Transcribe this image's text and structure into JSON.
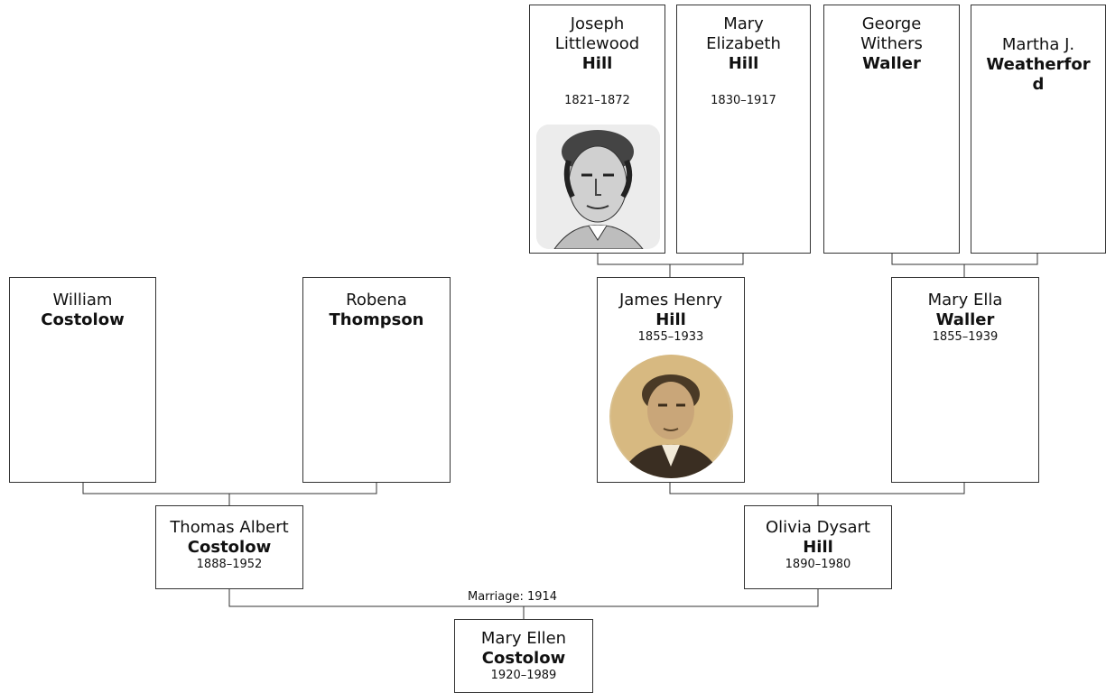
{
  "people": {
    "joseph": {
      "given": "Joseph\nLittlewood",
      "surname": "Hill",
      "dates": "1821–1872"
    },
    "mary_elizabeth": {
      "given": "Mary\nElizabeth",
      "surname": "Hill",
      "dates": "1830–1917"
    },
    "george": {
      "given": "George\nWithers",
      "surname": "Waller",
      "dates": ""
    },
    "martha": {
      "given": "Martha J.",
      "surname": "Weatherfor\nd",
      "dates": ""
    },
    "william": {
      "given": "William",
      "surname": "Costolow",
      "dates": ""
    },
    "robena": {
      "given": "Robena",
      "surname": "Thompson",
      "dates": ""
    },
    "james": {
      "given": "James Henry",
      "surname": "Hill",
      "dates": "1855–1933"
    },
    "mary_ella": {
      "given": "Mary Ella",
      "surname": "Waller",
      "dates": "1855–1939"
    },
    "thomas": {
      "given": "Thomas Albert",
      "surname": "Costolow",
      "dates": "1888–1952"
    },
    "olivia": {
      "given": "Olivia Dysart",
      "surname": "Hill",
      "dates": "1890–1980"
    },
    "mary_ellen": {
      "given": "Mary Ellen",
      "surname": "Costolow",
      "dates": "1920–1989"
    }
  },
  "marriage_label": "Marriage: 1914"
}
